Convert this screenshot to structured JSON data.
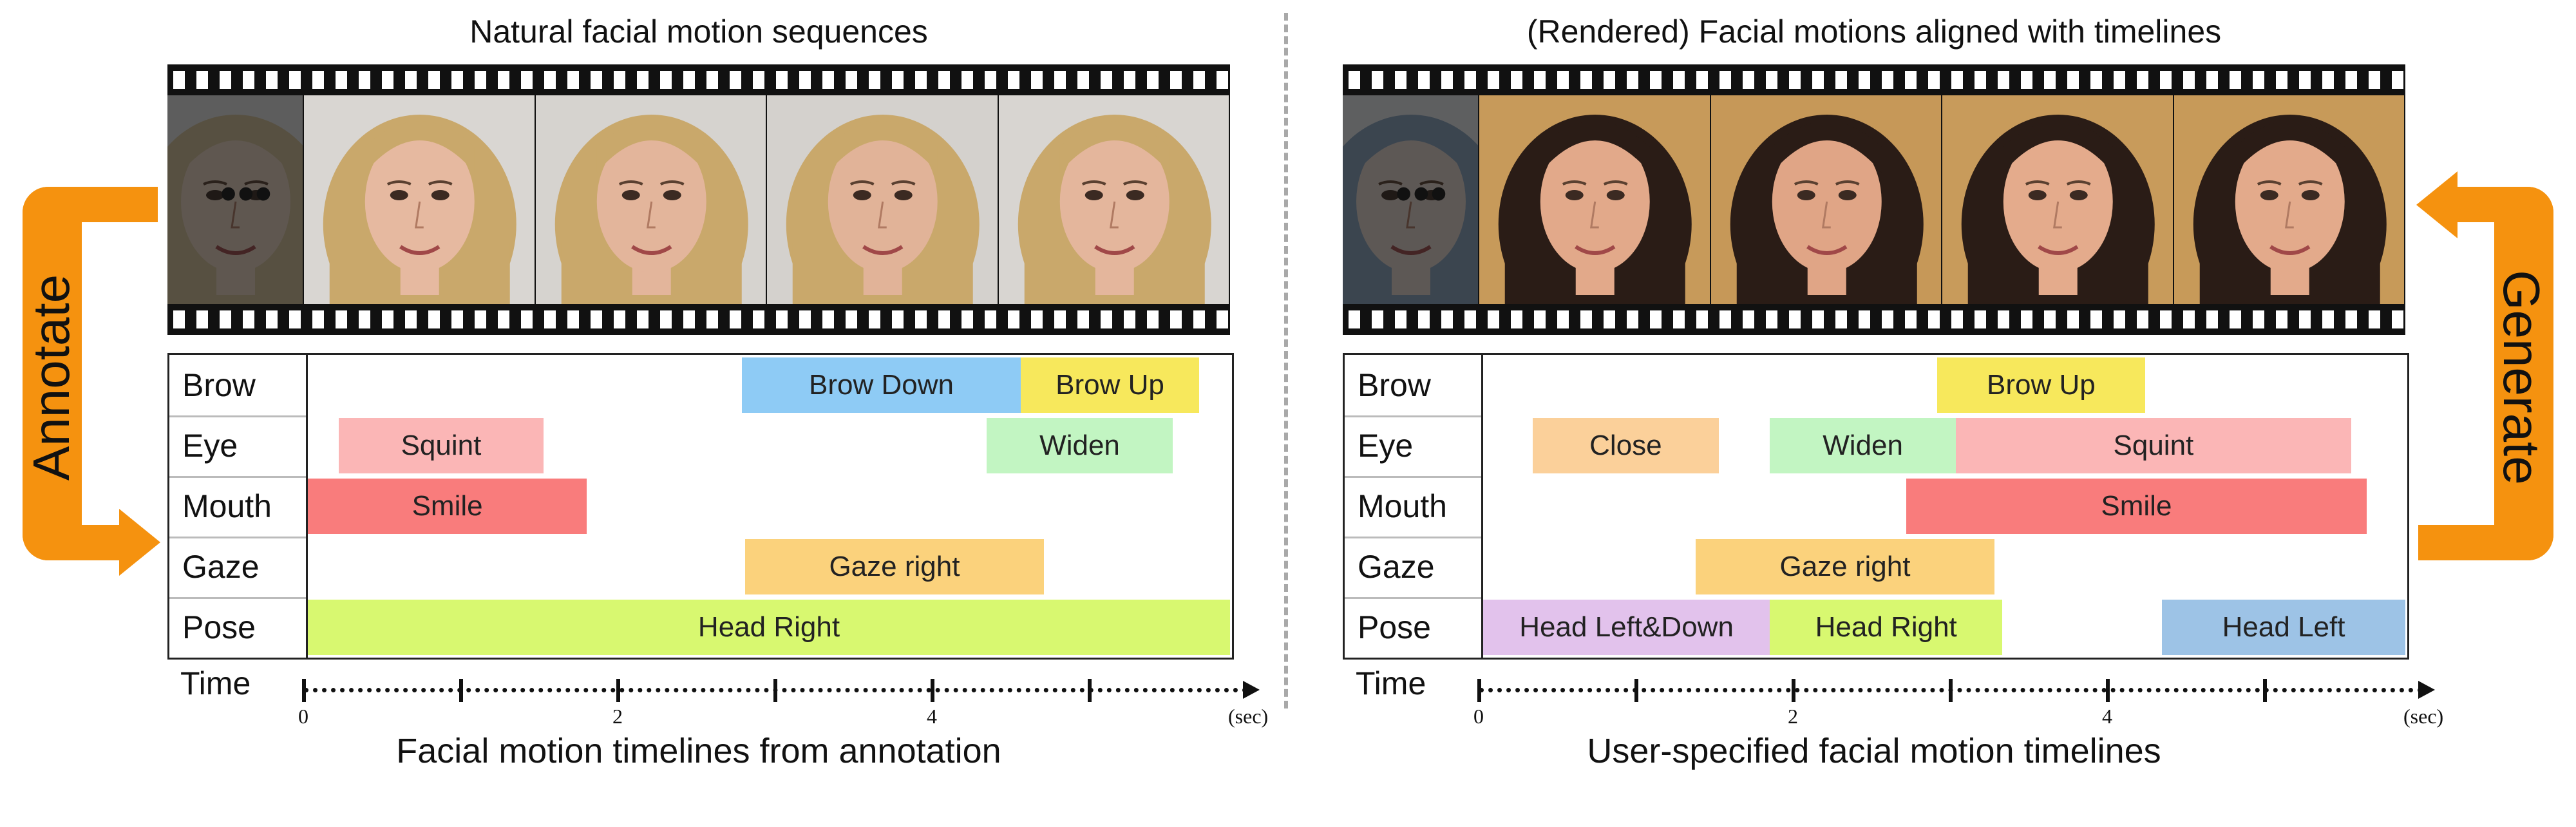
{
  "left": {
    "title": "Natural facial motion sequences",
    "caption": "Facial motion timelines from annotation",
    "ellipsis": "•••",
    "frames": [
      {
        "name": "faded-blonde-face",
        "hair": "#d9c79b",
        "skin": "#efd9c6",
        "bg": "#ececec",
        "faded": true
      },
      {
        "name": "blonde-face-smile",
        "hair": "#c9a86b",
        "skin": "#e6b9a0",
        "bg": "#d9d6d2",
        "faded": false
      },
      {
        "name": "blonde-face-talking",
        "hair": "#c9a86b",
        "skin": "#e3b59b",
        "bg": "#d6d3cf",
        "faded": false
      },
      {
        "name": "blonde-face-frown",
        "hair": "#c9a86b",
        "skin": "#e1b398",
        "bg": "#d4d1cd",
        "faded": false
      },
      {
        "name": "blonde-face-surprised",
        "hair": "#c9a86b",
        "skin": "#e4b69c",
        "bg": "#d8d5d1",
        "faded": false
      }
    ],
    "rows": [
      {
        "label": "Brow",
        "segments": [
          {
            "label": "Brow Down",
            "start": 2.8,
            "end": 4.6,
            "color": "#8ecbf5"
          },
          {
            "label": "Brow Up",
            "start": 4.6,
            "end": 5.75,
            "color": "#f7e85c"
          }
        ]
      },
      {
        "label": "Eye",
        "segments": [
          {
            "label": "Squint",
            "start": 0.2,
            "end": 1.52,
            "color": "#fbb6b6"
          },
          {
            "label": "Widen",
            "start": 4.38,
            "end": 5.58,
            "color": "#c2f5c2"
          }
        ]
      },
      {
        "label": "Mouth",
        "segments": [
          {
            "label": "Smile",
            "start": 0.0,
            "end": 1.8,
            "color": "#f97c7c"
          }
        ]
      },
      {
        "label": "Gaze",
        "segments": [
          {
            "label": "Gaze right",
            "start": 2.82,
            "end": 4.75,
            "color": "#fbd27c"
          }
        ]
      },
      {
        "label": "Pose",
        "segments": [
          {
            "label": "Head Right",
            "start": 0.0,
            "end": 5.95,
            "color": "#d8f870"
          }
        ]
      }
    ],
    "time_label": "Time",
    "ticks": [
      {
        "v": 0,
        "label": "0"
      },
      {
        "v": 1,
        "label": ""
      },
      {
        "v": 2,
        "label": "2"
      },
      {
        "v": 3,
        "label": ""
      },
      {
        "v": 4,
        "label": "4"
      },
      {
        "v": 5,
        "label": ""
      }
    ],
    "unit": "(sec)"
  },
  "right": {
    "title": "(Rendered) Facial motions aligned with timelines",
    "caption": "User-specified facial motion timelines",
    "ellipsis": "•••",
    "frames": [
      {
        "name": "faded-painted-face",
        "hair": "#8aa6c4",
        "skin": "#ecdcd4",
        "bg": "#eef0f3",
        "faded": true
      },
      {
        "name": "painted-face-eyes-closed",
        "hair": "#2a1c16",
        "skin": "#e2a98a",
        "bg": "#c79a5a",
        "faded": false
      },
      {
        "name": "painted-face-eyes-wide",
        "hair": "#2a1c16",
        "skin": "#e0a586",
        "bg": "#c69858",
        "faded": false
      },
      {
        "name": "painted-face-smile",
        "hair": "#2a1c16",
        "skin": "#e4ab8c",
        "bg": "#c89b5b",
        "faded": false
      },
      {
        "name": "painted-face-smile-tilt",
        "hair": "#2a1c16",
        "skin": "#e3aa8b",
        "bg": "#c79a59",
        "faded": false
      }
    ],
    "rows": [
      {
        "label": "Brow",
        "segments": [
          {
            "label": "Brow Up",
            "start": 2.93,
            "end": 4.27,
            "color": "#f7e85c"
          }
        ]
      },
      {
        "label": "Eye",
        "segments": [
          {
            "label": "Close",
            "start": 0.32,
            "end": 1.52,
            "color": "#fbd09a"
          },
          {
            "label": "Widen",
            "start": 1.85,
            "end": 3.05,
            "color": "#c2f5c2"
          },
          {
            "label": "Squint",
            "start": 3.05,
            "end": 5.6,
            "color": "#fbb6b6"
          }
        ]
      },
      {
        "label": "Mouth",
        "segments": [
          {
            "label": "Smile",
            "start": 2.73,
            "end": 5.7,
            "color": "#f97c7c"
          }
        ]
      },
      {
        "label": "Gaze",
        "segments": [
          {
            "label": "Gaze right",
            "start": 1.37,
            "end": 3.3,
            "color": "#fbd27c"
          }
        ]
      },
      {
        "label": "Pose",
        "segments": [
          {
            "label": "Head Left&Down",
            "start": 0.0,
            "end": 1.85,
            "color": "#e2c2ec"
          },
          {
            "label": "Head Right",
            "start": 1.85,
            "end": 3.35,
            "color": "#d8f870"
          },
          {
            "label": "Head Left",
            "start": 4.38,
            "end": 5.95,
            "color": "#9dc3e6"
          }
        ]
      }
    ],
    "time_label": "Time",
    "ticks": [
      {
        "v": 0,
        "label": "0"
      },
      {
        "v": 1,
        "label": ""
      },
      {
        "v": 2,
        "label": "2"
      },
      {
        "v": 3,
        "label": ""
      },
      {
        "v": 4,
        "label": "4"
      },
      {
        "v": 5,
        "label": ""
      }
    ],
    "unit": "(sec)"
  },
  "banners": {
    "annotate": "Annotate",
    "generate": "Generate",
    "color": "#f5920f"
  }
}
